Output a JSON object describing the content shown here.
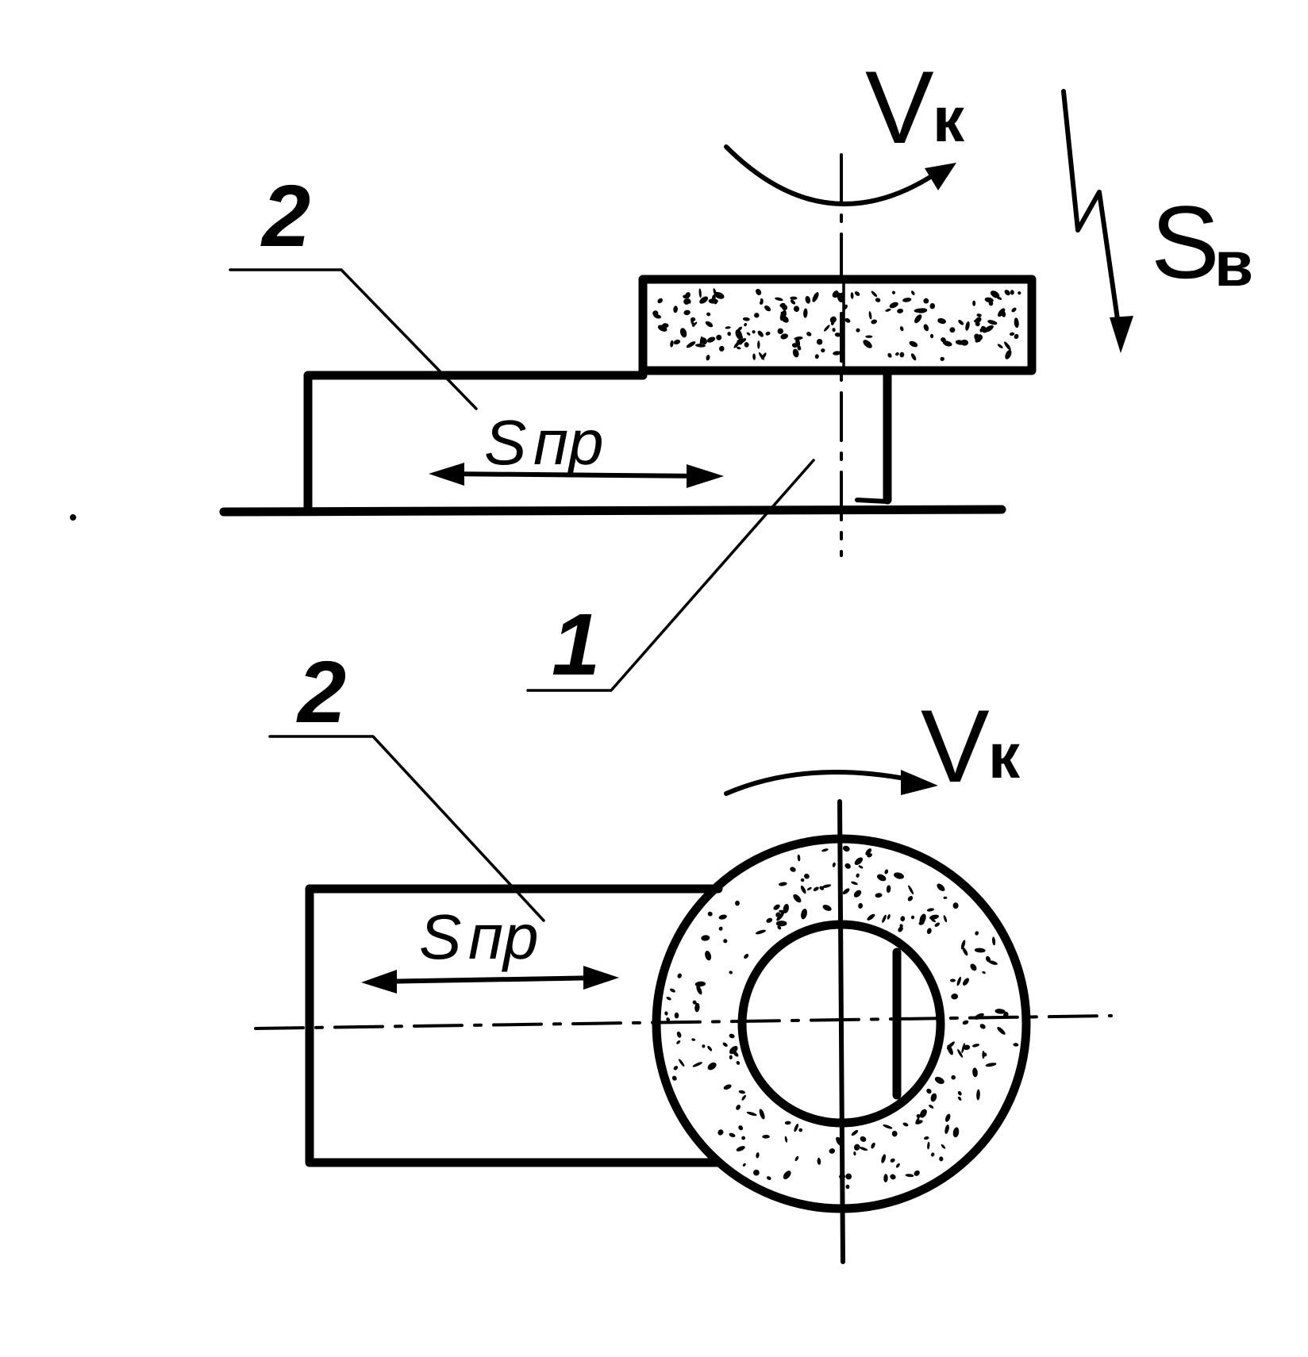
{
  "labels": {
    "top_part_number": "2",
    "top_rotation_symbol": "V",
    "top_rotation_subscript": "к",
    "top_feed_symbol": "S",
    "top_feed_subscript": "в",
    "top_longitudinal_feed_symbol": "S",
    "top_longitudinal_feed_subscript": "пр",
    "wheel_part_number": "1",
    "bottom_part_number": "2",
    "bottom_rotation_symbol": "V",
    "bottom_rotation_subscript": "к",
    "bottom_longitudinal_feed_symbol": "S",
    "bottom_longitudinal_feed_subscript": "пр"
  },
  "colors": {
    "ink": "#000000",
    "background": "#ffffff"
  }
}
